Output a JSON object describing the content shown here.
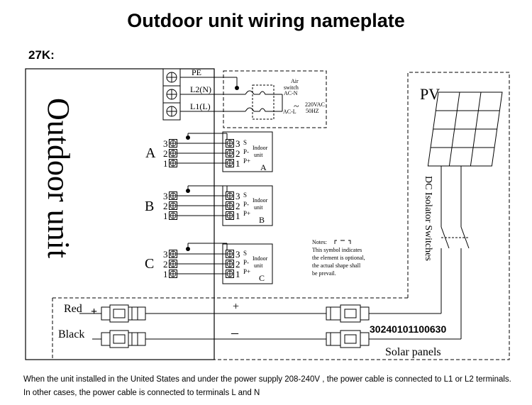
{
  "title": "Outdoor unit wiring nameplate",
  "model": "27K:",
  "outdoor_unit_label": "Outdoor unit",
  "power_terminals": [
    "PE",
    "L2(N)",
    "L1(L)"
  ],
  "air_switch": {
    "label_line1": "Air",
    "label_line2": "switch",
    "ac_n": "AC-N",
    "ac_l": "AC-L",
    "voltage": "220VAC",
    "freq": "50HZ"
  },
  "indoor_groups": [
    {
      "letter": "A",
      "terminals": [
        "3",
        "2",
        "1"
      ],
      "signals": [
        "S",
        "P-",
        "P+"
      ],
      "unit_line1": "Indoor",
      "unit_line2": "unit",
      "tag": "A"
    },
    {
      "letter": "B",
      "terminals": [
        "3",
        "2",
        "1"
      ],
      "signals": [
        "S",
        "P-",
        "P+"
      ],
      "unit_line1": "Indoor",
      "unit_line2": "unit",
      "tag": "B"
    },
    {
      "letter": "C",
      "terminals": [
        "3",
        "2",
        "1"
      ],
      "signals": [
        "S",
        "P-",
        "P+"
      ],
      "unit_line1": "Indoor",
      "unit_line2": "unit",
      "tag": "C"
    }
  ],
  "notes": [
    "Notes:",
    "This symbol  indicates",
    "the element is optional,",
    "the actual shape shall",
    "be prevail."
  ],
  "pv_label": "PV",
  "dc_isolator_label": "DC Isolator Switches",
  "red_label": "Red",
  "black_label": "Black",
  "plus_sign": "+",
  "minus_sign": "—",
  "plus_symbol": "+",
  "minus_symbol": "–",
  "serial_number": "30240101100630",
  "solar_label": "Solar panels",
  "footer_line1": "When the unit installed in the United States and under the power supply 208-240V , the power cable is connected to L1 or L2 terminals.",
  "footer_line2": "In other cases, the power cable is connected to terminals L and N"
}
